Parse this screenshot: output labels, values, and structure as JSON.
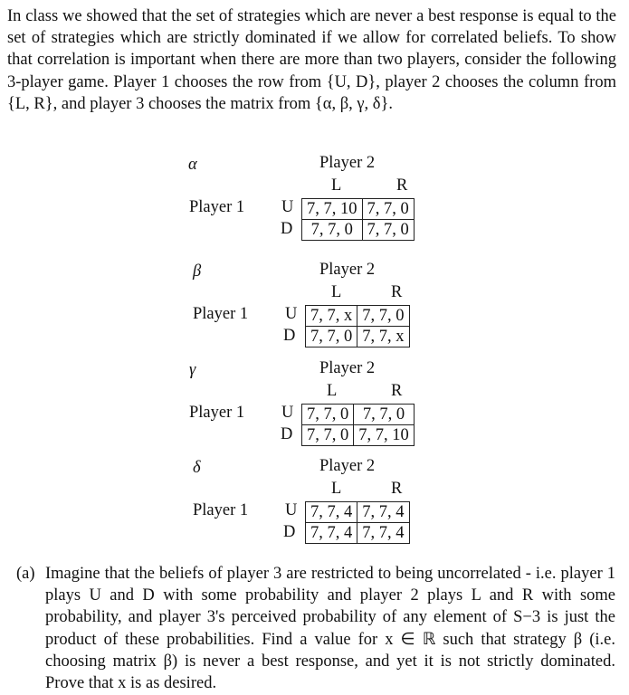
{
  "intro": {
    "text": "In class we showed that the set of strategies which are never a best response is equal to the set of strategies which are strictly dominated if we allow for correlated beliefs. To show that correlation is important when there are more than two players, consider the following 3-player game. Player 1 chooses the row from {U, D}, player 2 chooses the column from {L, R}, and player 3 chooses the matrix from {α, β, γ, δ}."
  },
  "labels": {
    "player2": "Player 2",
    "player1": "Player 1",
    "col_L": "L",
    "col_R": "R",
    "row_U": "U",
    "row_D": "D"
  },
  "matrices": [
    {
      "symbol": "α",
      "UL": "7, 7, 10",
      "UR": "7, 7, 0",
      "DL": "7, 7, 0",
      "DR": "7, 7, 0"
    },
    {
      "symbol": "β",
      "UL": "7, 7, x",
      "UR": "7, 7, 0",
      "DL": "7, 7, 0",
      "DR": "7, 7, x"
    },
    {
      "symbol": "γ",
      "UL": "7, 7, 0",
      "UR": "7, 7, 0",
      "DL": "7, 7, 0",
      "DR": "7, 7, 10"
    },
    {
      "symbol": "δ",
      "UL": "7, 7, 4",
      "UR": "7, 7, 4",
      "DL": "7, 7, 4",
      "DR": "7, 7, 4"
    }
  ],
  "part_a": {
    "label": "(a)",
    "text": "Imagine that the beliefs of player 3 are restricted to being uncorrelated - i.e. player 1 plays U and D with some probability and player 2 plays L and R with some probability, and player 3's perceived probability of any element of S−3 is just the product of these probabilities. Find a value for x ∈ ℝ such that strategy β (i.e. choosing matrix β) is never a best response, and yet it is not strictly dominated. Prove that x is as desired."
  }
}
